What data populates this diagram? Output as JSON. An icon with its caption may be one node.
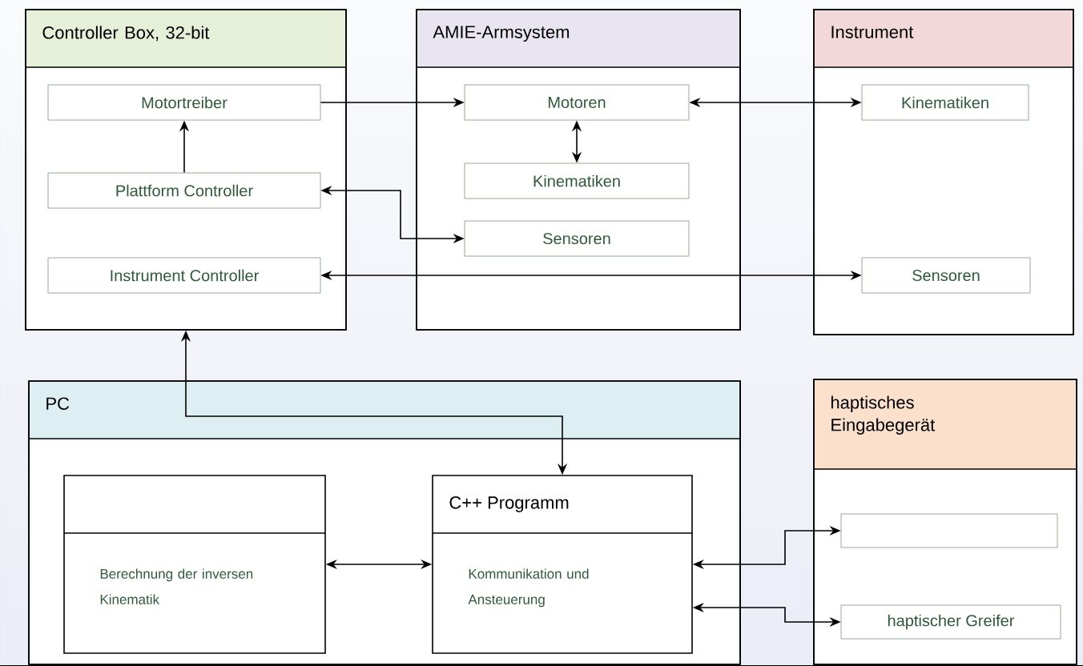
{
  "diagram": {
    "nodes": [
      {
        "text": [
          "Controller Box, 32-bit"
        ]
      },
      {
        "text": [
          "Motortreiber"
        ],
        "in": 0
      },
      {
        "text": [
          "Plattform Controller"
        ],
        "in": 0
      },
      {
        "text": [
          "Instrument Controller"
        ],
        "in": 0
      },
      {
        "text": [
          "AMIE-Armsystem"
        ]
      },
      {
        "text": [
          "Motoren"
        ],
        "in": 4
      },
      {
        "text": [
          "Kinematiken"
        ],
        "in": 4
      },
      {
        "text": [
          "Sensoren"
        ],
        "in": 4
      },
      {
        "text": [
          "Instrument"
        ]
      },
      {
        "text": [
          "Kinematiken"
        ],
        "in": 8
      },
      {
        "text": [
          "Sensoren"
        ],
        "in": 8
      },
      {
        "text": [
          "PC"
        ]
      },
      {
        "text": [
          "Berechnung der inversen Kinematik"
        ],
        "in": 11
      },
      {
        "text": [
          "C++ Programm",
          "Kommunikation und Ansteuerung"
        ],
        "in": 11
      },
      {
        "text": [
          "haptisches Eingabegerät"
        ]
      },
      {
        "text": [],
        "shape": "box",
        "in": 14
      },
      {
        "text": [
          "haptischer Greifer"
        ],
        "in": 14
      }
    ],
    "edges": [
      {
        "from": 1,
        "to": 5,
        "arrow": "to"
      },
      {
        "from": 5,
        "to": 9,
        "arrow": "both"
      },
      {
        "from": 5,
        "to": 6,
        "arrow": "both"
      },
      {
        "from": 2,
        "to": 1,
        "arrow": "to"
      },
      {
        "from": 2,
        "to": 7,
        "arrow": "both"
      },
      {
        "from": 3,
        "to": 10,
        "arrow": "both"
      },
      {
        "from": 13,
        "to": 0,
        "arrow": "both"
      },
      {
        "from": 12,
        "to": 13,
        "arrow": "both"
      },
      {
        "from": 13,
        "to": 15,
        "arrow": "both"
      },
      {
        "from": 13,
        "to": 16,
        "arrow": "both"
      }
    ]
  }
}
